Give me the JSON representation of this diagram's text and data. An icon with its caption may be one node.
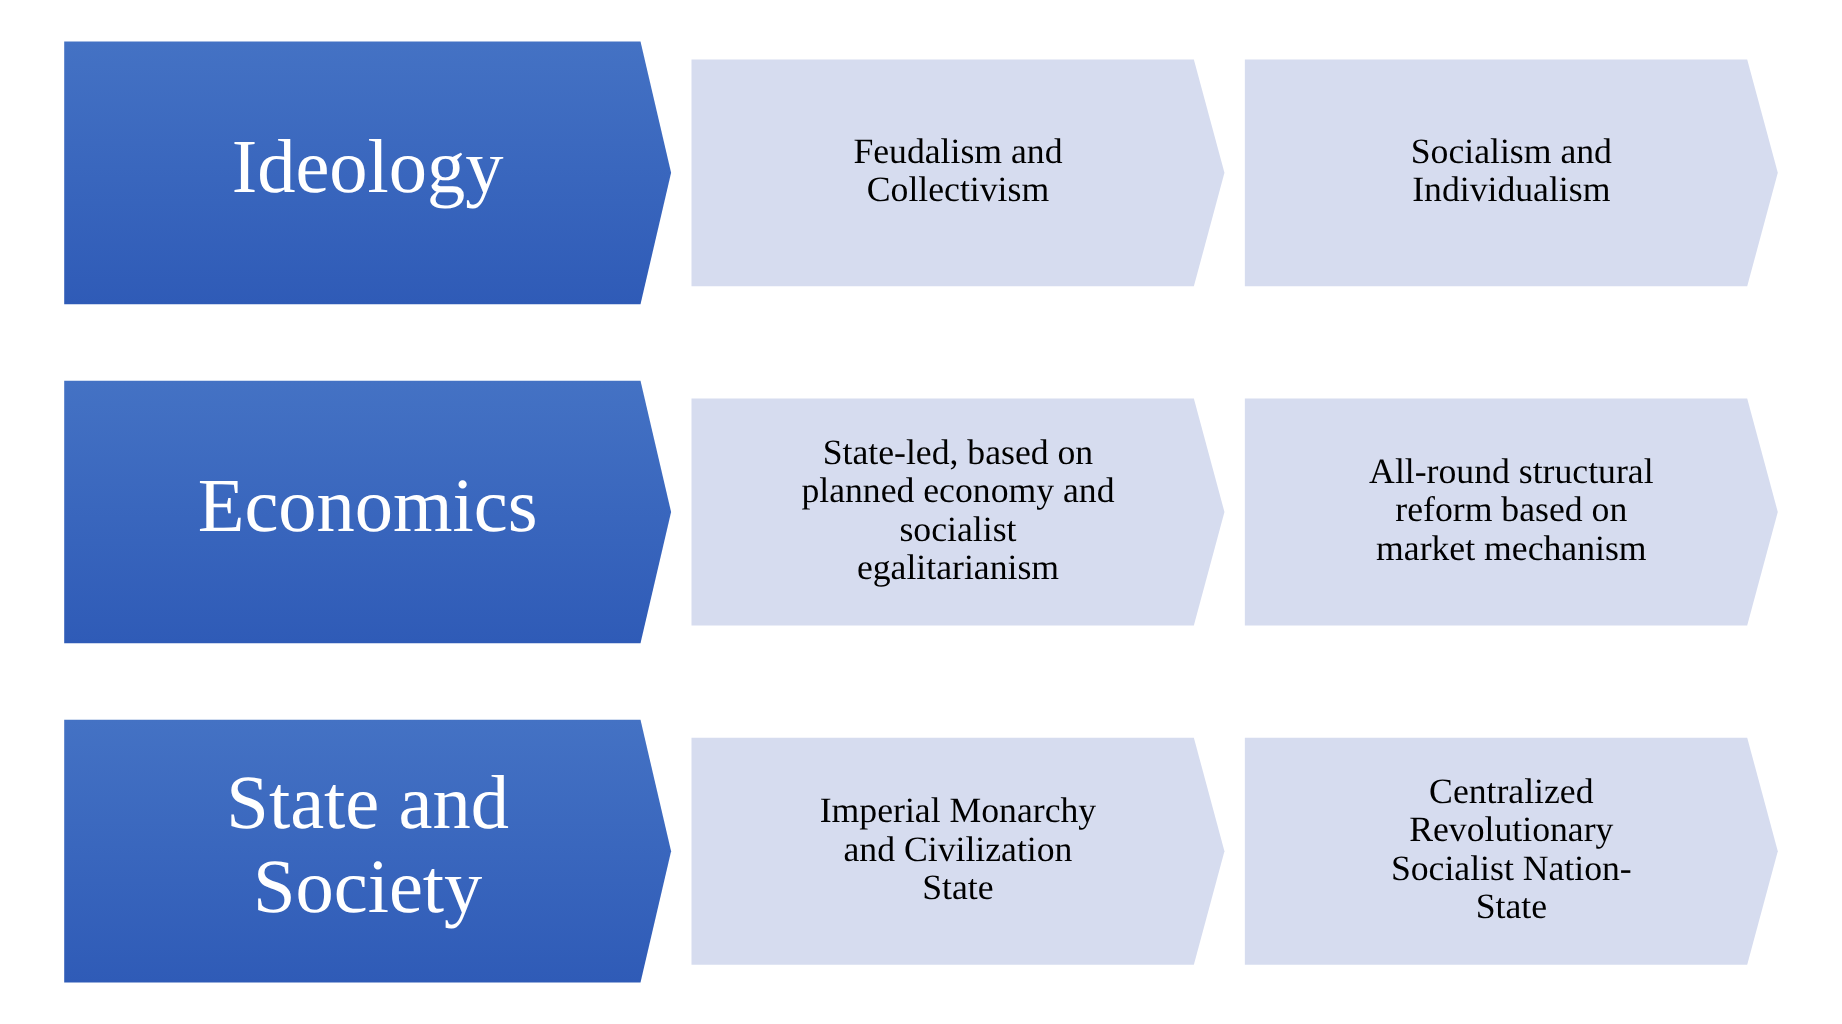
{
  "diagram": {
    "nodes": [
      {
        "text": [
          "State and Society"
        ]
      },
      {
        "text": [
          "Imperial Monarchy and Civilization State"
        ]
      },
      {
        "text": [
          "Centralized Revolutionary Socialist Nation-State"
        ]
      },
      {
        "text": [
          "Economics"
        ]
      },
      {
        "text": [
          "State-led, based on planned economy and socialist egalitarianism"
        ]
      },
      {
        "text": [
          "All-round structural reform based on market mechanism"
        ]
      },
      {
        "text": [
          "Ideology"
        ]
      },
      {
        "text": [
          "Feudalism and Collectivism"
        ]
      },
      {
        "text": [
          "Socialism and Individualism"
        ]
      }
    ],
    "edges": []
  }
}
